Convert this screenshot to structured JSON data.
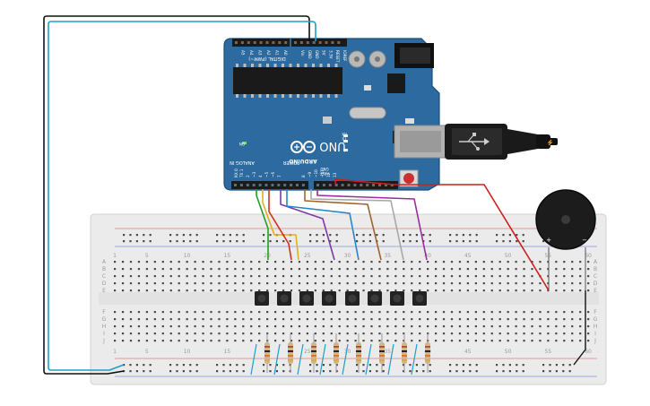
{
  "arduino": {
    "brand": "ARDUINO",
    "model": "UNO",
    "power_label": "POWER",
    "analog_label": "ANALOG IN",
    "digital_label": "DIGITAL (PWM~)",
    "on_label": "ON",
    "tx_label": "TX",
    "rx_label": "RX",
    "l_label": "L",
    "aref_label": "AREF",
    "gnd_label": "GND",
    "analog_pins": [
      "A0",
      "A1",
      "A2",
      "A3",
      "A4",
      "A5"
    ],
    "power_pins": [
      "IOREF",
      "RESET",
      "3.3V",
      "5V",
      "GND",
      "GND",
      "Vin"
    ],
    "digital_pins": [
      "RX 0",
      "TX 1",
      "2",
      "~3",
      "4",
      "~5",
      "~6",
      "7",
      "8",
      "~9",
      "~10",
      "~11",
      "12",
      "13"
    ]
  },
  "breadboard": {
    "column_numbers": [
      "1",
      "5",
      "10",
      "15",
      "20",
      "25",
      "30",
      "35",
      "40",
      "45",
      "50",
      "55",
      "60"
    ],
    "row_letters_top": [
      "A",
      "B",
      "C",
      "D",
      "E"
    ],
    "row_letters_bottom": [
      "F",
      "G",
      "H",
      "I",
      "J"
    ]
  },
  "buzzer": {
    "plus_label": "+",
    "minus_label": "−"
  },
  "wires": {
    "pin_colors": [
      "#22a022",
      "#e0b020",
      "#d03020",
      "#7c3aa8",
      "#2288cc",
      "#a0652a",
      "#a8a8a8",
      "#9b2d9b"
    ],
    "buzzer_wire": "#cc2020",
    "gnd_wire": "#111111",
    "vcc_wire": "#1ea0c8"
  },
  "colors": {
    "board": "#2c6a9f",
    "board_edge": "#1f4f78",
    "breadboard": "#ececec",
    "button": "#222222",
    "resistor_body": "#d2b48c"
  }
}
